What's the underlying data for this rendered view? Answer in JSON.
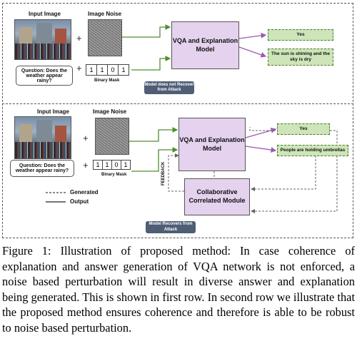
{
  "row1": {
    "input_label": "Input Image",
    "noise_label": "Image Noise",
    "question": "Question: Does the weather appear rainy?",
    "mask_bits": [
      "1",
      "1",
      "0",
      "1"
    ],
    "mask_label": "Binary Mask",
    "model_label": "VQA and Explanation Model",
    "answer": "Yes",
    "explanation": "The sun is shining and the sky is dry",
    "status_badge": "Model does not Recover from  Attack"
  },
  "row2": {
    "input_label": "Input Image",
    "noise_label": "Image Noise",
    "question": "Question: Does the weather appear rainy?",
    "mask_bits": [
      "1",
      "1",
      "0",
      "1"
    ],
    "mask_label": "Binary Mask",
    "model_label": "VQA and Explanation Model",
    "answer": "Yes",
    "explanation": "People are holding umbrellas",
    "feedback_label": "FEEDBACK",
    "collab_label": "Collaborative Correlated Module",
    "status_badge": "Model Recovers from Attack"
  },
  "plus_sign": "+",
  "legend": {
    "generated": "Generated",
    "output": "Output"
  },
  "caption": "Figure 1: Illustration of proposed method: In case coherence of explanation and answer generation of VQA network is not enforced, a noise based perturbation will result in diverse answer and explanation being generated. This is shown in first row. In second row we illustrate that the proposed method ensures coherence and therefore is able to be robust to noise based perturbation.",
  "colors": {
    "model_fill": "#e4d2ee",
    "output_fill": "#cde5b8",
    "input_arrow": "#4f8f2f",
    "output_arrow": "#9a5ab0",
    "badge_fill": "#4f5d75"
  }
}
